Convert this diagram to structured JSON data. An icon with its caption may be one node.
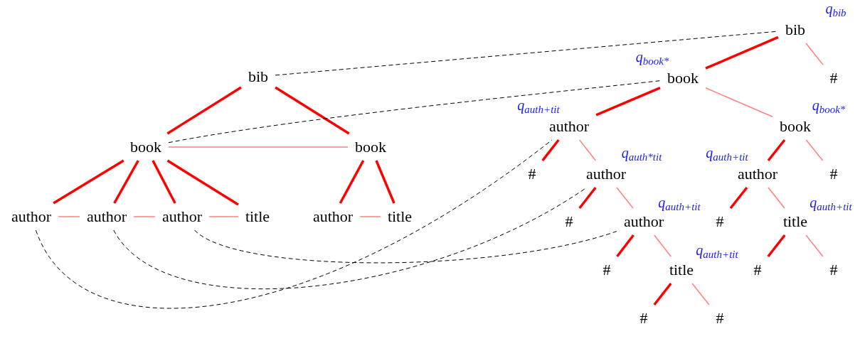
{
  "diagram": {
    "nodes": [
      {
        "text": [
          "bib"
        ]
      },
      {
        "text": [
          "book"
        ]
      },
      {
        "text": [
          "book"
        ]
      },
      {
        "text": [
          "author"
        ]
      },
      {
        "text": [
          "author"
        ]
      },
      {
        "text": [
          "author"
        ]
      },
      {
        "text": [
          "title"
        ]
      },
      {
        "text": [
          "author"
        ]
      },
      {
        "text": [
          "title"
        ]
      },
      {
        "text": [
          "bib"
        ],
        "beside": [
          "q$_{bib}$"
        ]
      },
      {
        "text": [
          "book"
        ],
        "beside": [
          "q$_{book*}$"
        ]
      },
      {
        "text": [
          "#"
        ]
      },
      {
        "text": [
          "author"
        ],
        "beside": [
          "q$_{auth+tit}$"
        ]
      },
      {
        "text": [
          "book"
        ],
        "beside": [
          "q$_{book*}$"
        ]
      },
      {
        "text": [
          "#"
        ]
      },
      {
        "text": [
          "author"
        ],
        "beside": [
          "q$_{auth*tit}$"
        ]
      },
      {
        "text": [
          "author"
        ],
        "beside": [
          "q$_{auth+tit}$"
        ]
      },
      {
        "text": [
          "#"
        ]
      },
      {
        "text": [
          "#"
        ]
      },
      {
        "text": [
          "author"
        ],
        "beside": [
          "q$_{auth+tit}$"
        ]
      },
      {
        "text": [
          "#"
        ]
      },
      {
        "text": [
          "title"
        ],
        "beside": [
          "q$_{auth+tit}$"
        ]
      },
      {
        "text": [
          "#"
        ]
      },
      {
        "text": [
          "title"
        ],
        "beside": [
          "q$_{auth+tit}$"
        ]
      },
      {
        "text": [
          "#"
        ]
      },
      {
        "text": [
          "#"
        ]
      },
      {
        "text": [
          "#"
        ]
      },
      {
        "text": [
          "#"
        ]
      }
    ],
    "edges": [
      {
        "from": 0,
        "to": 1,
        "arrow": "none",
        "style": "thick"
      },
      {
        "from": 0,
        "to": 2,
        "arrow": "none",
        "style": "thick"
      },
      {
        "from": 1,
        "to": 3,
        "arrow": "none",
        "style": "thick"
      },
      {
        "from": 1,
        "to": 4,
        "arrow": "none",
        "style": "thick"
      },
      {
        "from": 1,
        "to": 5,
        "arrow": "none",
        "style": "thick"
      },
      {
        "from": 1,
        "to": 6,
        "arrow": "none",
        "style": "thick"
      },
      {
        "from": 2,
        "to": 7,
        "arrow": "none",
        "style": "thick"
      },
      {
        "from": 2,
        "to": 8,
        "arrow": "none",
        "style": "thick"
      },
      {
        "from": 1,
        "to": 2,
        "arrow": "none",
        "color": "#ff8080"
      },
      {
        "from": 3,
        "to": 4,
        "arrow": "none",
        "color": "#ff8080"
      },
      {
        "from": 4,
        "to": 5,
        "arrow": "none",
        "color": "#ff8080"
      },
      {
        "from": 5,
        "to": 6,
        "arrow": "none",
        "color": "#ff8080"
      },
      {
        "from": 7,
        "to": 8,
        "arrow": "none",
        "color": "#ff8080"
      },
      {
        "from": 0,
        "to": 9,
        "arrow": "none",
        "style": "dashed",
        "color": "#000000"
      },
      {
        "from": 1,
        "to": 10,
        "arrow": "none",
        "style": "dashed",
        "color": "#000000"
      },
      {
        "from": 3,
        "to": 12,
        "arrow": "none",
        "style": "dashed",
        "color": "#000000"
      },
      {
        "from": 4,
        "to": 15,
        "arrow": "none",
        "style": "dashed",
        "color": "#000000"
      },
      {
        "from": 5,
        "to": 19,
        "arrow": "none",
        "style": "dashed",
        "color": "#000000"
      },
      {
        "from": 9,
        "to": 10,
        "arrow": "none",
        "style": "thick"
      },
      {
        "from": 9,
        "to": 11,
        "arrow": "none",
        "color": "#ff8080"
      },
      {
        "from": 10,
        "to": 12,
        "arrow": "none",
        "style": "thick"
      },
      {
        "from": 10,
        "to": 13,
        "arrow": "none",
        "color": "#ff8080"
      },
      {
        "from": 12,
        "to": 14,
        "arrow": "none",
        "style": "thick"
      },
      {
        "from": 12,
        "to": 15,
        "arrow": "none",
        "color": "#ff8080"
      },
      {
        "from": 13,
        "to": 16,
        "arrow": "none",
        "style": "thick"
      },
      {
        "from": 13,
        "to": 17,
        "arrow": "none",
        "color": "#ff8080"
      },
      {
        "from": 15,
        "to": 18,
        "arrow": "none",
        "style": "thick"
      },
      {
        "from": 15,
        "to": 19,
        "arrow": "none",
        "color": "#ff8080"
      },
      {
        "from": 16,
        "to": 20,
        "arrow": "none",
        "style": "thick"
      },
      {
        "from": 16,
        "to": 21,
        "arrow": "none",
        "color": "#ff8080"
      },
      {
        "from": 19,
        "to": 22,
        "arrow": "none",
        "style": "thick"
      },
      {
        "from": 19,
        "to": 23,
        "arrow": "none",
        "color": "#ff8080"
      },
      {
        "from": 21,
        "to": 24,
        "arrow": "none",
        "style": "thick"
      },
      {
        "from": 21,
        "to": 25,
        "arrow": "none",
        "color": "#ff8080"
      },
      {
        "from": 23,
        "to": 26,
        "arrow": "none",
        "style": "thick"
      },
      {
        "from": 23,
        "to": 27,
        "arrow": "none",
        "color": "#ff8080"
      }
    ]
  }
}
